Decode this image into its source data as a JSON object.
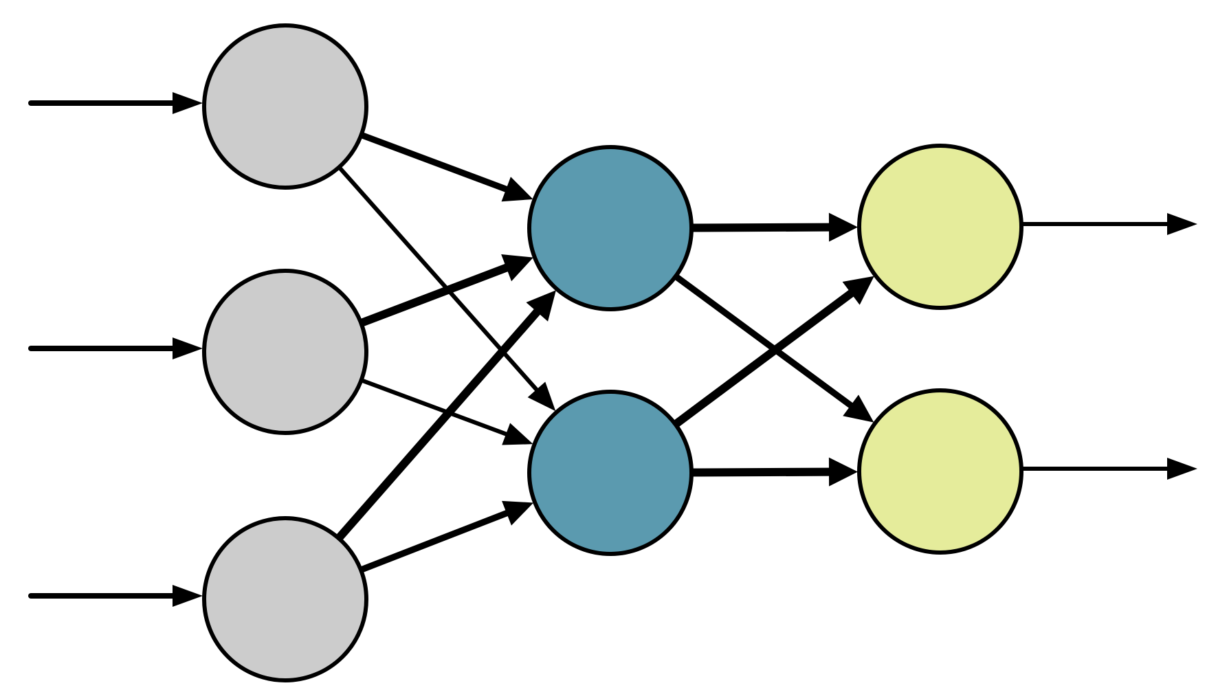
{
  "colors": {
    "input": "#cccccc",
    "hidden": "#5b9aaf",
    "output": "#e5ec9b",
    "stroke": "#000000"
  },
  "layers": [
    {
      "name": "input",
      "nodes": 3
    },
    {
      "name": "hidden",
      "nodes": 2
    },
    {
      "name": "output",
      "nodes": 2
    }
  ],
  "connections": [
    {
      "from": "input-0",
      "to": "hidden-0",
      "weight": 0.7
    },
    {
      "from": "input-0",
      "to": "hidden-1",
      "weight": 0.35
    },
    {
      "from": "input-1",
      "to": "hidden-0",
      "weight": 1.0
    },
    {
      "from": "input-1",
      "to": "hidden-1",
      "weight": 0.35
    },
    {
      "from": "input-2",
      "to": "hidden-0",
      "weight": 1.0
    },
    {
      "from": "input-2",
      "to": "hidden-1",
      "weight": 0.7
    },
    {
      "from": "hidden-0",
      "to": "output-0",
      "weight": 1.0
    },
    {
      "from": "hidden-0",
      "to": "output-1",
      "weight": 0.7
    },
    {
      "from": "hidden-1",
      "to": "output-0",
      "weight": 1.0
    },
    {
      "from": "hidden-1",
      "to": "output-1",
      "weight": 1.0
    }
  ],
  "inputs": 3,
  "outputs": 2
}
